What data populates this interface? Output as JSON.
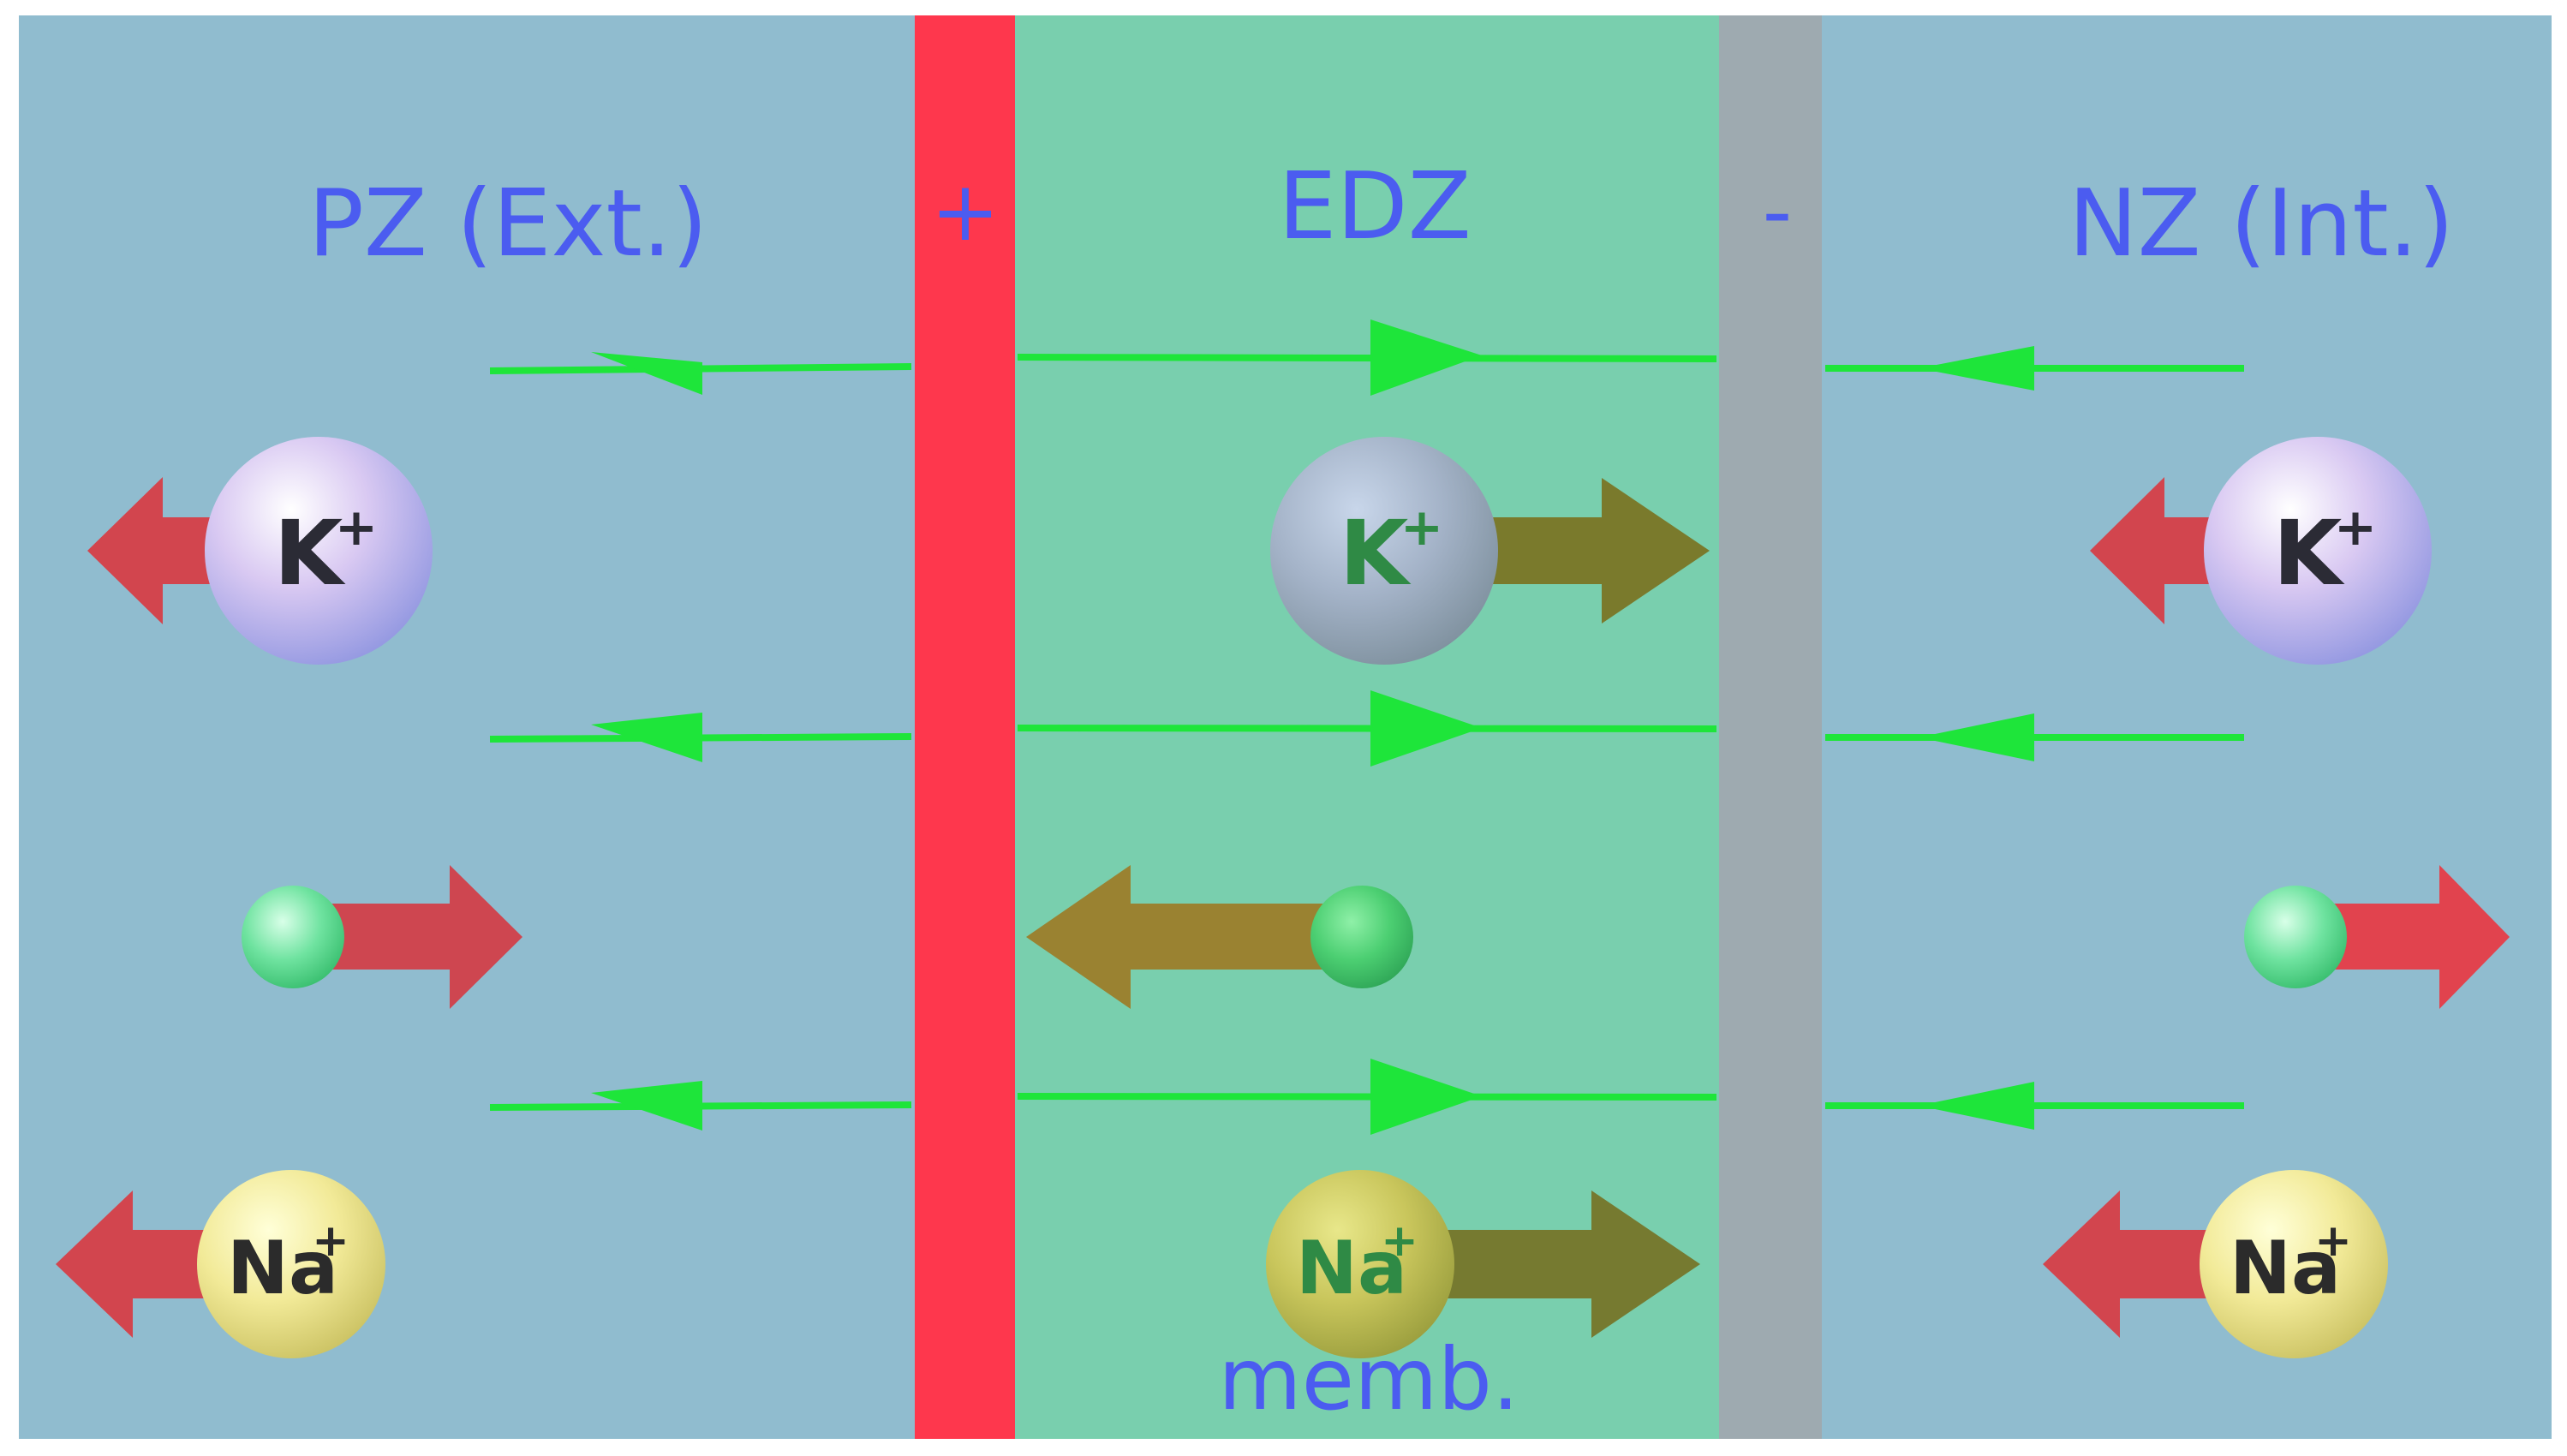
{
  "zones": {
    "exterior": {
      "label": "PZ (Ext.)"
    },
    "edz": {
      "label": "EDZ"
    },
    "interior": {
      "label": "NZ (Int.)"
    },
    "membrane": {
      "label": "memb."
    }
  },
  "charges": {
    "positive": "+",
    "negative": "-"
  },
  "ions": {
    "potassium": {
      "symbol": "K",
      "charge": "+"
    },
    "sodium": {
      "symbol": "Na",
      "charge": "+"
    }
  },
  "colors": {
    "background": "#90bccf",
    "edz_fill": "#79cfae",
    "positive_plate": "#fe374d",
    "negative_plate": "#9eaab0",
    "field_line": "#1ee53a",
    "text": "#4b5cf0",
    "arrow_red": "#d2454e",
    "arrow_olive": "#7a7a2c",
    "arrow_brown": "#9a8231"
  },
  "field_directions": {
    "exterior": "left",
    "edz": "right",
    "interior": "left"
  }
}
